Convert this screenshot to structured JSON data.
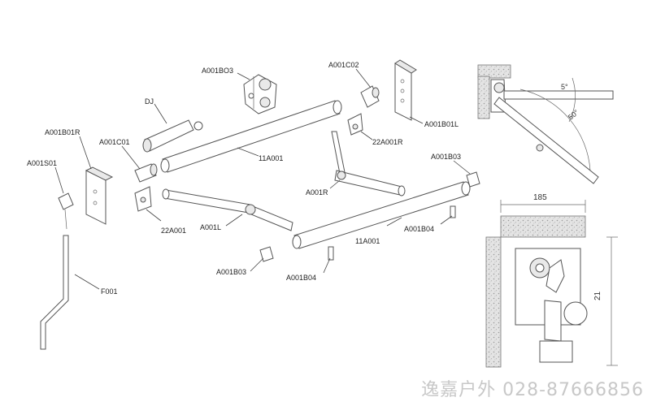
{
  "labels": {
    "a001bo3": "A001BO3",
    "a001c02": "A001C02",
    "dj": "DJ",
    "a001b01r": "A001B01R",
    "a001c01": "A001C01",
    "a001s01": "A001S01",
    "a001b01l": "A001B01L",
    "n22a001r": "22A001R",
    "n11a001_top": "11A001",
    "a001r": "A001R",
    "a001b03_right": "A001B03",
    "n22a001": "22A001",
    "a001l": "A001L",
    "a001b04_right": "A001B04",
    "n11a001_bottom": "11A001",
    "a001b03_left": "A001B03",
    "a001b04_left": "A001B04",
    "f001": "F001"
  },
  "dimensions": {
    "width_label": "185",
    "height_label": "21",
    "angle_small": "5°",
    "angle_large": "50°"
  },
  "watermark": "逸嘉户外 028-87666856",
  "colors": {
    "line": "#555555",
    "wall_fill": "#dcdcdc",
    "watermark": "#c8c8c8"
  }
}
